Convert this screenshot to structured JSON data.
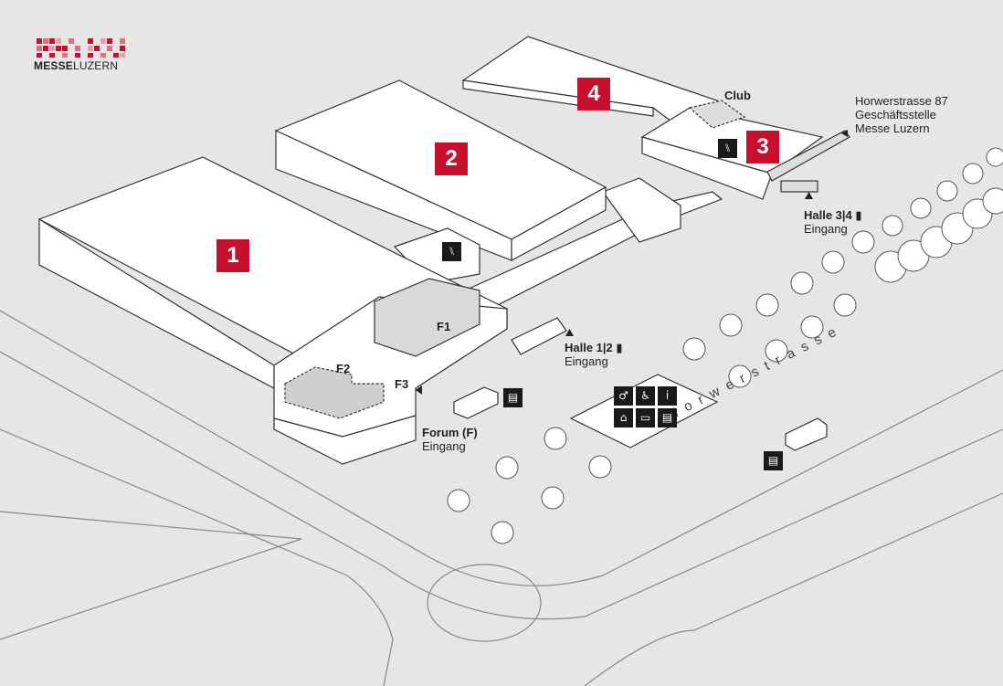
{
  "logo": {
    "brand_bold": "MESSE",
    "brand_light": "LUZERN"
  },
  "halls": [
    "1",
    "2",
    "3",
    "4"
  ],
  "zones": {
    "f1": "F1",
    "f2": "F2",
    "f3": "F3",
    "club": "Club"
  },
  "entrances": {
    "forum": {
      "name": "Forum (F)",
      "sub": "Eingang"
    },
    "halle12": {
      "name": "Halle 1|2",
      "sub": "Eingang"
    },
    "halle34": {
      "name": "Halle 3|4",
      "sub": "Eingang"
    }
  },
  "address": [
    "Horwerstrasse 87",
    "Geschäftsstelle",
    "Messe Luzern"
  ],
  "street": "Horwerstrasse",
  "icons": {
    "restaurant": "restaurant-icon",
    "service": [
      "toilet-icon",
      "wheelchair-icon",
      "info-icon",
      "cloakroom-icon",
      "bus-icon",
      "ticket-icon"
    ],
    "ticket": "ticket-icon"
  },
  "colors": {
    "hall_badge": "#c8102e",
    "background": "#e6e6e6",
    "building": "#ffffff",
    "outline": "#333333"
  }
}
